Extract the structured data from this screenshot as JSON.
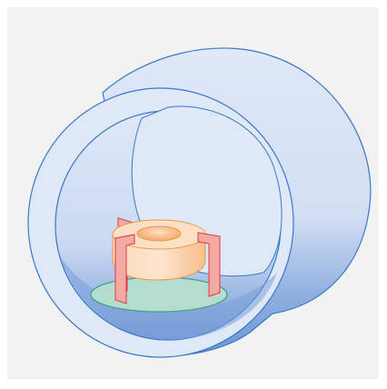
{
  "figure": {
    "background": "#f2f2f2",
    "page_background": "#ffffff",
    "labels": []
  },
  "colors": {
    "pipe_light": "#dfe8f7",
    "pipe_mid": "#c6d6f0",
    "pipe_dark": "#6f96d4",
    "pipe_outline": "#3a78c8",
    "base_disk": "#b4ddd0",
    "base_outline": "#3f9f86",
    "ring_fill": "#fde0c4",
    "ring_dark": "#f6b27a",
    "ring_outline": "#e79a52",
    "legs_fill": "#f4aaa0",
    "legs_outline": "#e0364a"
  },
  "parts": [
    {
      "name": "cylindrical-pipe",
      "icon": "cylinder-shape"
    },
    {
      "name": "circular-base",
      "icon": "ellipse-shape"
    },
    {
      "name": "annular-ring",
      "icon": "ring-shape"
    },
    {
      "name": "support-legs",
      "count": 3,
      "icon": "bracket-shape"
    }
  ]
}
